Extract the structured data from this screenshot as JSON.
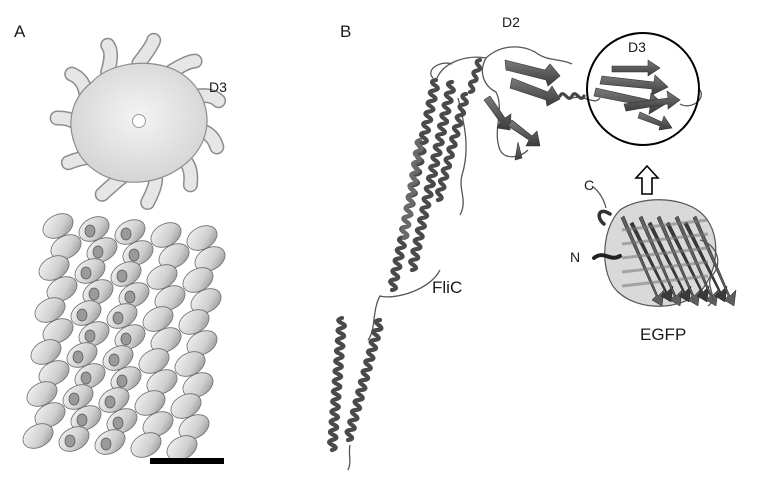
{
  "panels": {
    "a": {
      "label": "A",
      "d3_label": "D3"
    },
    "b": {
      "label": "B",
      "d2_label": "D2",
      "d3_label": "D3",
      "flic_label": "FliC",
      "egfp_label": "EGFP",
      "c_terminus_label": "C",
      "n_terminus_label": "N"
    }
  },
  "colors": {
    "surface_fill": "#e6e6e6",
    "surface_edge": "#8c8c8c",
    "helix": "#4a4a4a",
    "strand": "#6a6a6a",
    "coil": "#555555",
    "scale_bar": "#000000"
  }
}
